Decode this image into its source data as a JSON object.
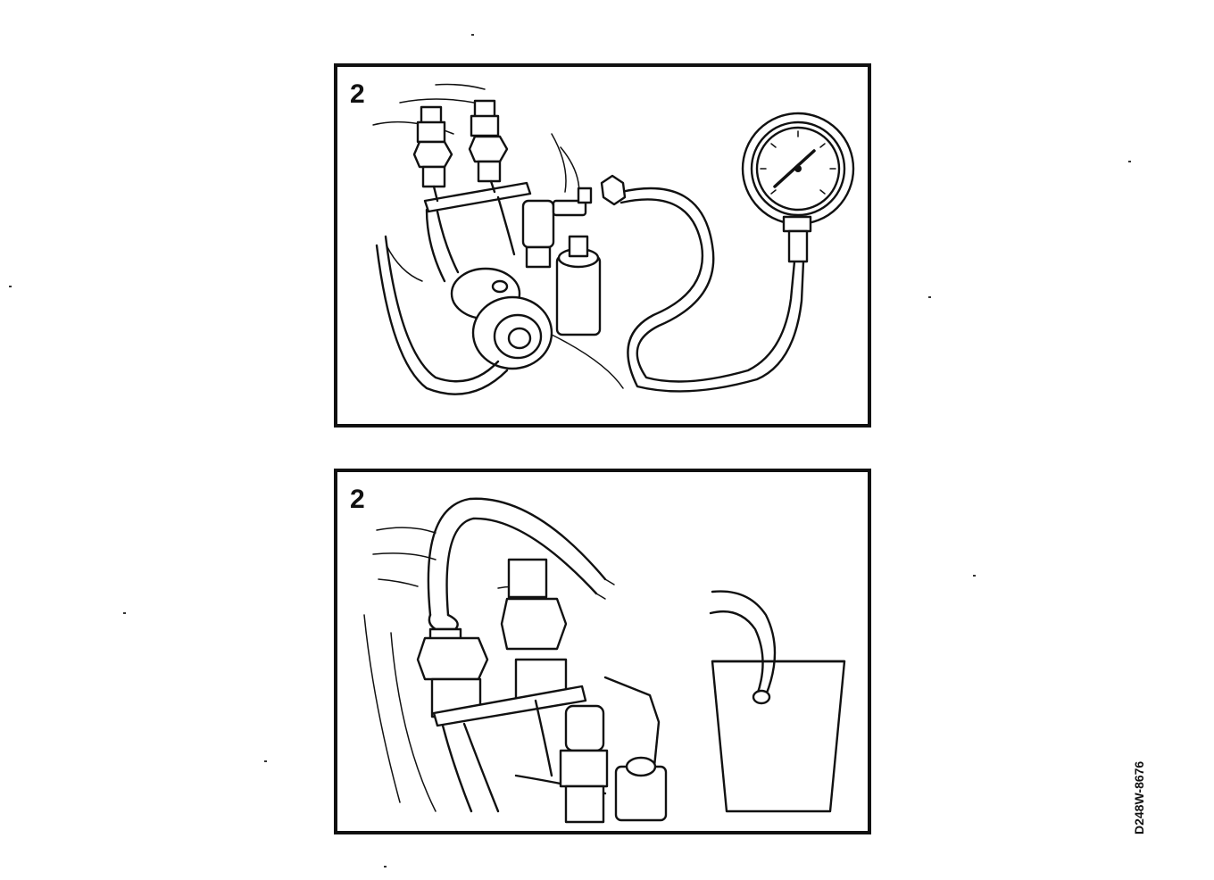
{
  "panels": [
    {
      "label": "2"
    },
    {
      "label": "2"
    }
  ],
  "reference_code": "D248W-8676"
}
